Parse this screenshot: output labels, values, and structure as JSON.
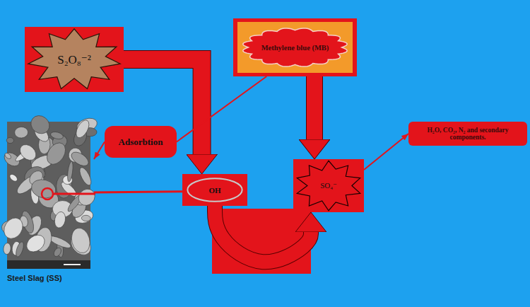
{
  "diagram": {
    "nodes": [
      {
        "text": [
          "S₂O₈⁻²"
        ]
      },
      {
        "text": [
          "Methylene blue (MB)"
        ]
      },
      {
        "text": [
          "Steel Slag (SS)"
        ]
      },
      {
        "text": [
          "Adsorbtion"
        ]
      },
      {
        "text": [
          "OH"
        ]
      },
      {
        "text": [
          "SO₄⁻"
        ]
      },
      {
        "text": [
          "H₂O, CO₂, N₂ and secondary components."
        ]
      }
    ],
    "edges": [
      {
        "from": 0,
        "to": 4,
        "arrow": "to"
      },
      {
        "from": 1,
        "to": 3,
        "arrow": "none"
      },
      {
        "from": 3,
        "to": 2,
        "arrow": "to"
      },
      {
        "from": 4,
        "to": 2,
        "arrow": "none"
      },
      {
        "from": 1,
        "to": 5,
        "arrow": "to"
      },
      {
        "from": 4,
        "to": 5,
        "arrow": "to"
      },
      {
        "from": 5,
        "to": 6,
        "arrow": "to"
      }
    ]
  }
}
